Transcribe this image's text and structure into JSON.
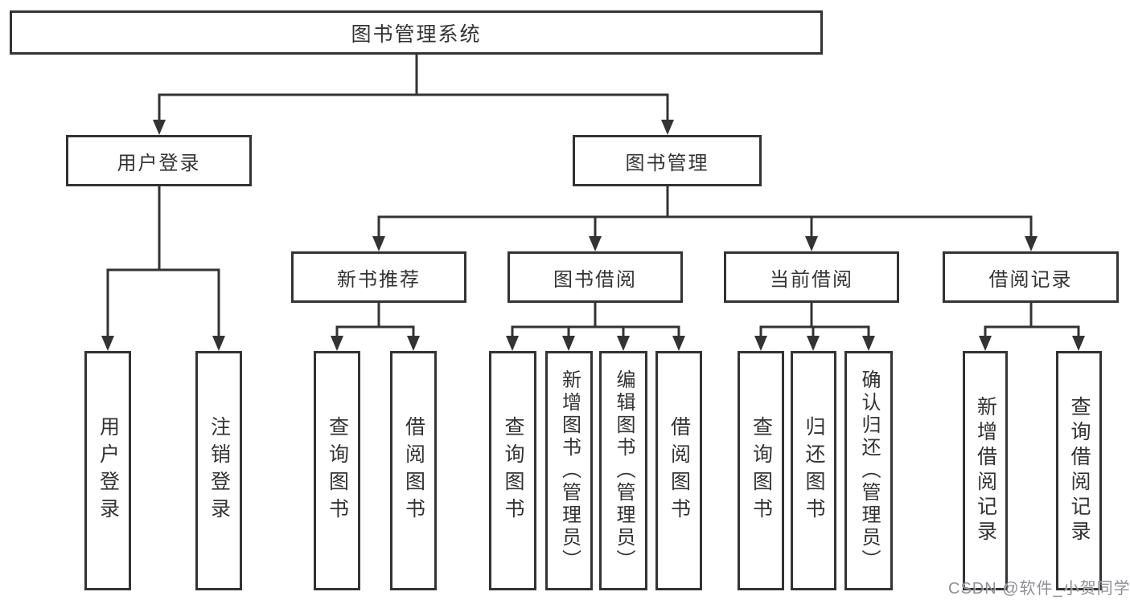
{
  "colors": {
    "line": "#333333",
    "box_border": "#333333",
    "text": "#333333",
    "background": "#ffffff",
    "watermark": "#82868c"
  },
  "tree": {
    "label": "图书管理系统",
    "children": [
      {
        "label": "用户登录",
        "children": [
          {
            "label": "用户登录"
          },
          {
            "label": "注销登录"
          }
        ]
      },
      {
        "label": "图书管理",
        "children": [
          {
            "label": "新书推荐",
            "children": [
              {
                "label": "查询图书"
              },
              {
                "label": "借阅图书"
              }
            ]
          },
          {
            "label": "图书借阅",
            "children": [
              {
                "label": "查询图书"
              },
              {
                "label": "新增图书（管理员）"
              },
              {
                "label": "编辑图书（管理员）"
              },
              {
                "label": "借阅图书"
              }
            ]
          },
          {
            "label": "当前借阅",
            "children": [
              {
                "label": "查询图书"
              },
              {
                "label": "归还图书"
              },
              {
                "label": "确认归还（管理员）"
              }
            ]
          },
          {
            "label": "借阅记录",
            "children": [
              {
                "label": "新增借阅记录"
              },
              {
                "label": "查询借阅记录"
              }
            ]
          }
        ]
      }
    ]
  },
  "watermark": {
    "text": "CSDN @软件_小贺同学"
  }
}
